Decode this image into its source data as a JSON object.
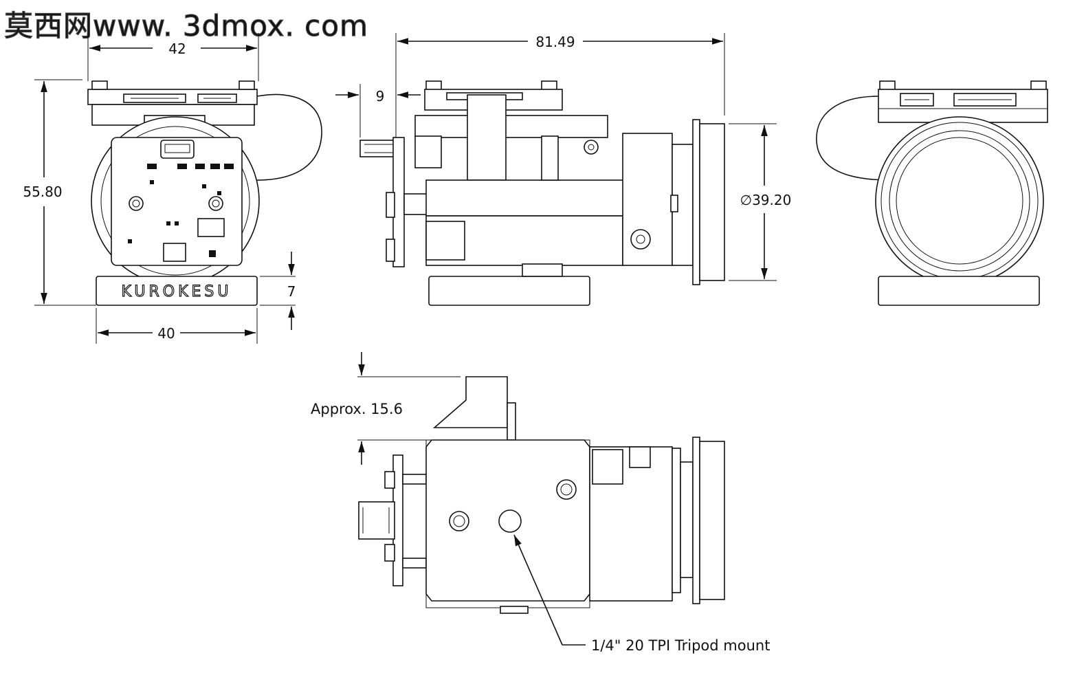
{
  "watermark": "莫西网www. 3dmox. com",
  "brand_label": "KUROKESU",
  "dimensions": {
    "front_top_width": "42",
    "front_height": "55.80",
    "front_base_width": "40",
    "base_height": "7",
    "side_length": "81.49",
    "board_offset": "9",
    "lens_diameter": "∅39.20",
    "approx_height": "Approx. 15.6"
  },
  "callouts": {
    "tripod_mount": "1/4\" 20 TPI Tripod mount"
  },
  "colors": {
    "line": "#111111",
    "background": "#ffffff"
  }
}
